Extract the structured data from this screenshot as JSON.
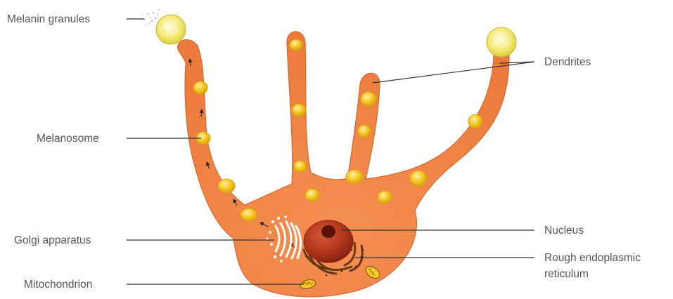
{
  "labels": {
    "melanin_granules": "Melanin granules",
    "melanosome": "Melanosome",
    "golgi_apparatus": "Golgi apparatus",
    "mitochondrion": "Mitochondrion",
    "dendrites": "Dendrites",
    "nucleus": "Nucleus",
    "rough_er_line1": "Rough endoplasmic",
    "rough_er_line2": "reticulum"
  },
  "colors": {
    "cell_fill": "#ef8447",
    "cell_stroke": "#c9622a",
    "melanosome_fill": "#f6c722",
    "melanosome_edge": "#d8a410",
    "nucleus_fill": "#b1341c",
    "nucleolus_fill": "#5a1208",
    "organelle_stroke": "#6a3a12",
    "leader_line": "#333333",
    "label_text": "#555555"
  },
  "icons": {
    "arrow": "small-black-arrow",
    "granule": "speckled-yellow-sphere"
  }
}
